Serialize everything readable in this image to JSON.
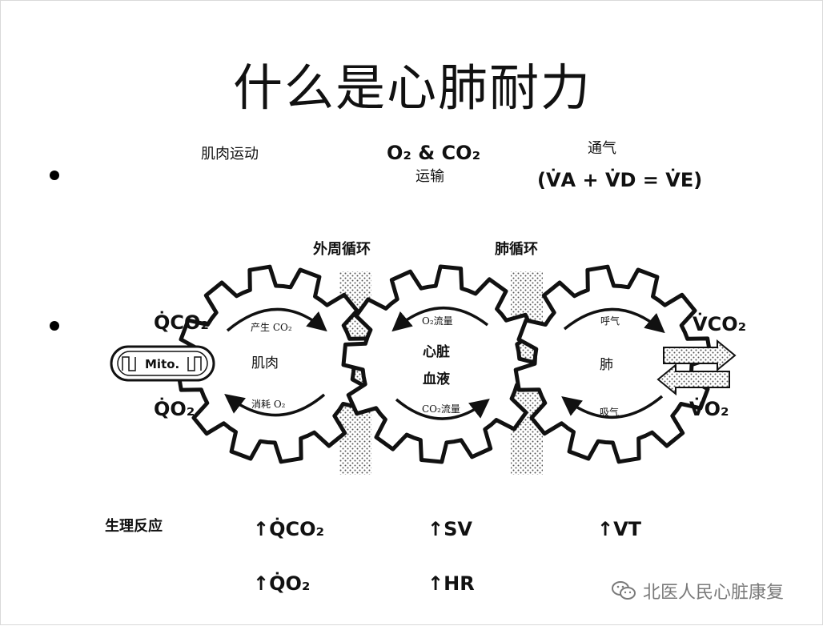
{
  "slide": {
    "title": "什么是心肺耐力",
    "brand_text_color": "#7a7a7a"
  },
  "diagram": {
    "top_labels": {
      "muscle_exercise": "肌肉运动",
      "gas_transport_formula": "O₂ & CO₂",
      "gas_transport_label": "运输",
      "ventilation_label": "通气",
      "ventilation_formula": "(V̇A + V̇D = V̇E)"
    },
    "circulation_labels": {
      "peripheral": "外周循环",
      "pulmonary": "肺循环"
    },
    "left_rates": {
      "qco2": "Q̇CO₂",
      "qo2": "Q̇O₂"
    },
    "mito_label": "Mito.",
    "gears": {
      "muscle": {
        "name": "肌肉",
        "top_arrow": "产生 CO₂",
        "bottom_arrow": "消耗 O₂"
      },
      "heart": {
        "name_line1": "心脏",
        "name_line2": "血液",
        "top_arrow": "O₂流量",
        "bottom_arrow": "CO₂流量"
      },
      "lung": {
        "name": "肺",
        "top_arrow": "呼气",
        "bottom_arrow": "吸气"
      }
    },
    "right_rates": {
      "vco2": "V̇CO₂",
      "vo2": "V̇O₂"
    },
    "physiology": {
      "label": "生理反应",
      "items": [
        "↑Q̇CO₂",
        "↑SV",
        "↑VT",
        "↑Q̇O₂",
        "↑HR"
      ]
    }
  },
  "watermark": {
    "icon": "wechat-icon",
    "text": "北医人民心脏康复"
  }
}
